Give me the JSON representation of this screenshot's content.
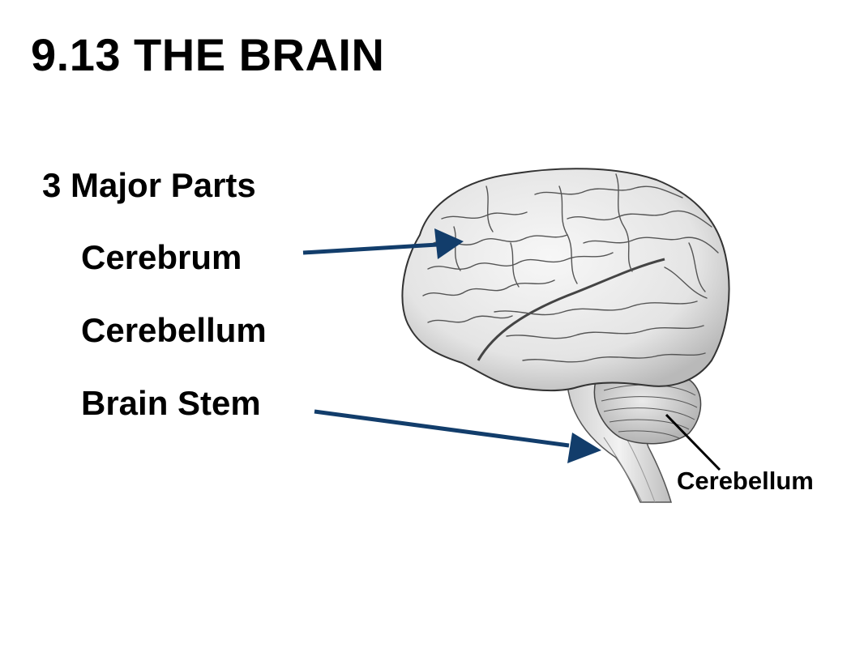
{
  "slide": {
    "title": "9.13 THE BRAIN",
    "subhead": "3 Major Parts",
    "parts": [
      "Cerebrum",
      "Cerebellum",
      "Brain Stem"
    ]
  },
  "diagram": {
    "label": "Cerebellum",
    "arrow_color": "#123d6b"
  }
}
